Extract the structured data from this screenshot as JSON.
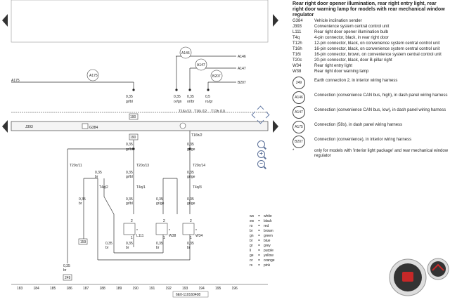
{
  "title": "Rear right door opener illumination, rear right entry light, rear right door warning lamp for models with rear mechanical window regulator",
  "components": [
    {
      "code": "G384",
      "desc": "Vehicle inclination sender"
    },
    {
      "code": "J393",
      "desc": "Convenience system central control unit"
    },
    {
      "code": "L111",
      "desc": "Rear right door opener illumination bulb"
    },
    {
      "code": "T4q",
      "desc": "4-pin connector, black, in rear right door"
    },
    {
      "code": "T12h",
      "desc": "12-pin connector, black, on convenience system central control unit"
    },
    {
      "code": "T16h",
      "desc": "16-pin connector, black, on convenience system central control unit"
    },
    {
      "code": "T16i",
      "desc": "16-pin connector, brown, on convenience system central control unit"
    },
    {
      "code": "T20c",
      "desc": "20-pin connector, black, door B-pillar right"
    },
    {
      "code": "W34",
      "desc": "Rear right entry light"
    },
    {
      "code": "W38",
      "desc": "Rear right door warning lamp"
    },
    {
      "code": "249",
      "desc": "Earth connection 2, in interior wiring harness"
    },
    {
      "code": "A146",
      "desc": "Connection (convenience CAN bus, high), in dash panel wiring harness"
    },
    {
      "code": "A147",
      "desc": "Connection (convenience CAN bus, low), in dash panel wiring harness"
    },
    {
      "code": "A175",
      "desc": "Connection (58s), in dash panel wiring harness"
    },
    {
      "code": "B207",
      "desc": "Connection (convenience), in interior wiring harness"
    },
    {
      "code": "*",
      "desc": "only for models with 'interior light package' and rear mechanical window regulator"
    }
  ],
  "colors": [
    {
      "abbr": "ws",
      "name": "white"
    },
    {
      "abbr": "sw",
      "name": "black"
    },
    {
      "abbr": "ro",
      "name": "red"
    },
    {
      "abbr": "br",
      "name": "brown"
    },
    {
      "abbr": "gn",
      "name": "green"
    },
    {
      "abbr": "bl",
      "name": "blue"
    },
    {
      "abbr": "gr",
      "name": "grey"
    },
    {
      "abbr": "li",
      "name": "purple"
    },
    {
      "abbr": "ge",
      "name": "yellow"
    },
    {
      "abbr": "or",
      "name": "orange"
    },
    {
      "abbr": "rs",
      "name": "pink"
    }
  ],
  "diagram": {
    "signals": {
      "a146": "A146",
      "a147": "A147",
      "a175": "A175",
      "b207": "B207"
    },
    "control_unit": "J393",
    "sender": "G384",
    "wire_035": "0,35",
    "wire_05": "0,5",
    "gr_bl": "gr/bl",
    "or_gn": "or/gn",
    "or_br": "or/br",
    "ro_gr": "ro/gr",
    "gr_ge": "gr/ge",
    "br": "br",
    "t16i_13": "T16i\n/13",
    "t16i_12": "T16i\n/12",
    "t12h_10": "T12h\n/10",
    "t16h_2": "T16h/2",
    "t20c_11": "T20c/11",
    "t20c_13": "T20c/13",
    "t20c_14": "T20c/14",
    "t4q_2": "T4q/2",
    "t4q_1": "T4q/1",
    "t4q_3": "T4q/3",
    "l111": "L111",
    "w38": "W38",
    "w34": "W34",
    "star": "*",
    "box190a": "190",
    "box190b": "190",
    "box159": "159",
    "box249": "249",
    "pin1": "1",
    "pin2": "2",
    "track": [
      "183",
      "184",
      "185",
      "186",
      "187",
      "188",
      "189",
      "190",
      "191",
      "192",
      "193",
      "194",
      "195",
      "196"
    ],
    "ref": "6E0-110160408"
  }
}
